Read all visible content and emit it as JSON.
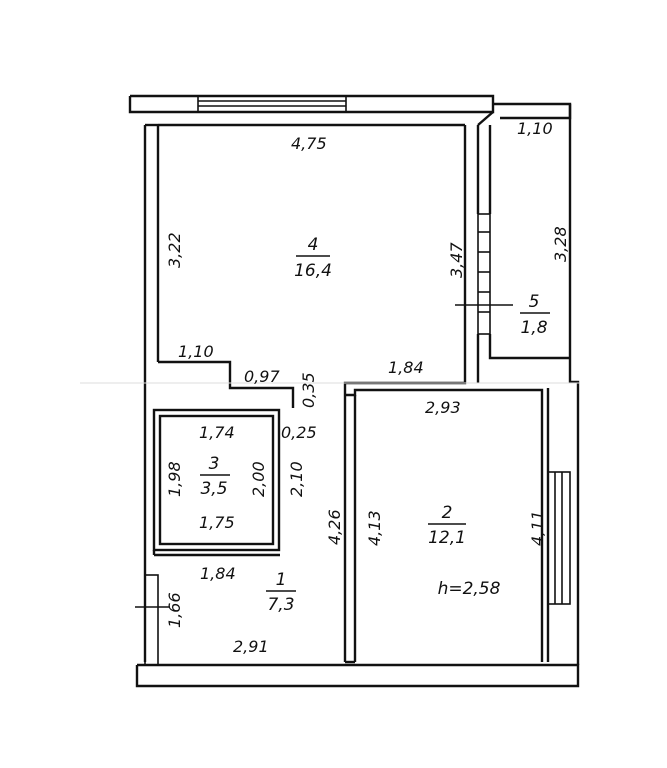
{
  "dimensions": {
    "room4_top": "4,75",
    "room4_left": "3,22",
    "room4_right": "3,47",
    "step_1_10": "1,10",
    "step_0_97": "0,97",
    "step_0_35": "0,35",
    "step_0_25": "0,25",
    "room2_top_outer": "1,84",
    "room5_top": "1,10",
    "room5_right": "3,28",
    "room3_top": "1,74",
    "room3_left": "1,98",
    "room3_right": "2,00",
    "room3_bottom": "1,75",
    "corr_2_10": "2,10",
    "room1_top": "1,84",
    "room1_left": "1,66",
    "room1_bottom": "2,91",
    "room1_right": "4,26",
    "room2_top": "2,93",
    "room2_left": "4,13",
    "room2_right": "4,11"
  },
  "rooms": [
    {
      "number": "4",
      "area": "16,4"
    },
    {
      "number": "5",
      "area": "1,8"
    },
    {
      "number": "3",
      "area": "3,5"
    },
    {
      "number": "1",
      "area": "7,3"
    },
    {
      "number": "2",
      "area": "12,1"
    }
  ],
  "height_label": "h=2,58"
}
